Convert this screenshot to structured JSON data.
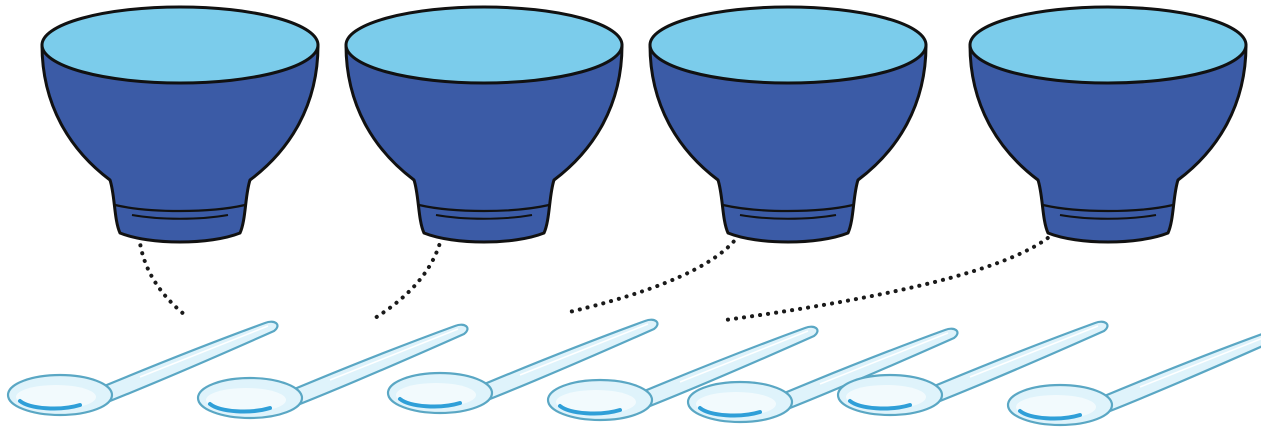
{
  "colors": {
    "bowl_body": "#3b5ba6",
    "bowl_inside": "#7bcceb",
    "outline": "#111111",
    "spoon_fill": "#dff3fb",
    "spoon_edge": "#5aa7c4",
    "spoon_bowl_accent": "#2f9fd8",
    "connector": "#1a1a1a"
  },
  "bowls": [
    {
      "id": "bowl-1",
      "icon": "bowl-icon"
    },
    {
      "id": "bowl-2",
      "icon": "bowl-icon"
    },
    {
      "id": "bowl-3",
      "icon": "bowl-icon"
    },
    {
      "id": "bowl-4",
      "icon": "bowl-icon"
    }
  ],
  "spoons": [
    {
      "id": "spoon-1",
      "icon": "spoon-icon"
    },
    {
      "id": "spoon-2",
      "icon": "spoon-icon"
    },
    {
      "id": "spoon-3",
      "icon": "spoon-icon"
    },
    {
      "id": "spoon-4",
      "icon": "spoon-icon"
    },
    {
      "id": "spoon-5",
      "icon": "spoon-icon"
    },
    {
      "id": "spoon-6",
      "icon": "spoon-icon"
    },
    {
      "id": "spoon-7",
      "icon": "spoon-icon"
    }
  ],
  "connections": [
    {
      "bowl": 1,
      "spoon": 1
    },
    {
      "bowl": 2,
      "spoon": 2
    },
    {
      "bowl": 3,
      "spoon": 3
    },
    {
      "bowl": 4,
      "spoon": 4
    }
  ]
}
